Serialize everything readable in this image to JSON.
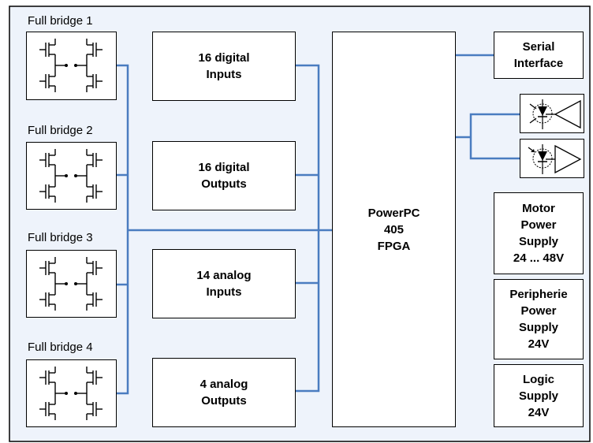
{
  "bridges": [
    {
      "label": "Full bridge 1"
    },
    {
      "label": "Full bridge 2"
    },
    {
      "label": "Full bridge 3"
    },
    {
      "label": "Full bridge 4"
    }
  ],
  "io_blocks": [
    {
      "label": "16 digital\nInputs"
    },
    {
      "label": "16 digital\nOutputs"
    },
    {
      "label": "14 analog\nInputs"
    },
    {
      "label": "4 analog\nOutputs"
    }
  ],
  "fpga": {
    "label": "PowerPC\n405\nFPGA"
  },
  "serial": {
    "label": "Serial\nInterface"
  },
  "supplies": [
    {
      "label": "Motor\nPower\nSupply\n24 ... 48V"
    },
    {
      "label": "Peripherie\nPower\nSupply\n24V"
    },
    {
      "label": "Logic\nSupply\n24V"
    }
  ],
  "optocouplers": [
    {
      "icon": "optocoupler-transmitter-icon"
    },
    {
      "icon": "optocoupler-receiver-icon"
    }
  ],
  "colors": {
    "background": "#eef3fb",
    "wire": "#4a7cc0",
    "border": "#000000"
  }
}
